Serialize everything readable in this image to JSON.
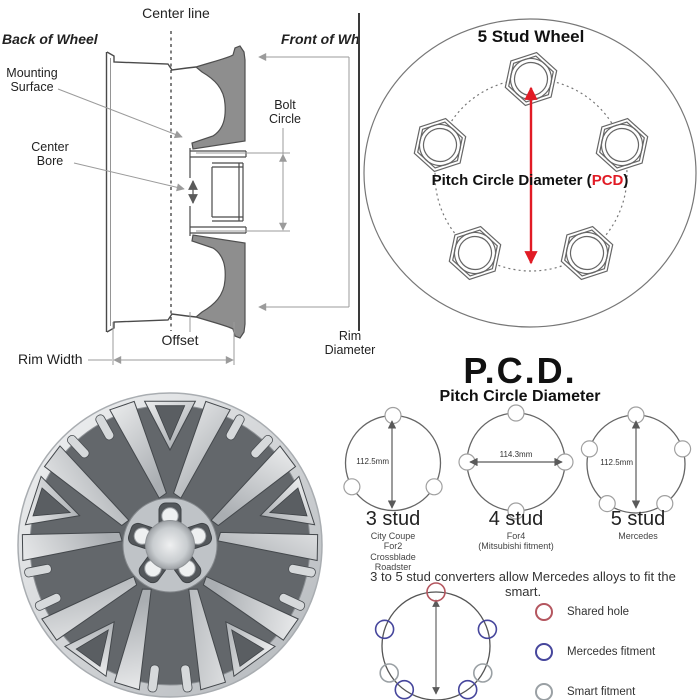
{
  "cross_section": {
    "center_line": "Center line",
    "back_of_wheel": "Back of Wheel",
    "front_of_wheel": "Front of Wh",
    "mounting_surface": "Mounting\nSurface",
    "bolt_circle": "Bolt\nCircle",
    "center_bore": "Center\nBore",
    "offset": "Offset",
    "rim_width": "Rim Width",
    "rim_diameter": "Rim\nDiameter"
  },
  "five_stud_diagram": {
    "title": "5 Stud Wheel",
    "pcd_prefix": "Pitch Circle Diameter (",
    "pcd_highlight": "PCD",
    "pcd_suffix": ")"
  },
  "pcd_section": {
    "title": "P.C.D.",
    "subtitle": "Pitch Circle Diameter",
    "diagrams": [
      {
        "label": "3 stud",
        "measurement": "112.5mm",
        "fitments": "City Coupe\nFor2\nCrossblade\nRoadster"
      },
      {
        "label": "4 stud",
        "measurement": "114.3mm",
        "fitments": "For4\n(Mitsubishi fitment)"
      },
      {
        "label": "5 stud",
        "measurement": "112.5mm",
        "fitments": "Mercedes"
      }
    ],
    "note": "3 to 5 stud converters allow Mercedes alloys to fit the smart.",
    "legend": [
      {
        "label": "Shared hole",
        "color": "#b4565f"
      },
      {
        "label": "Mercedes fitment",
        "color": "#46469c"
      },
      {
        "label": "Smart fitment",
        "color": "#9aa0a4"
      }
    ]
  },
  "colors": {
    "accent_red": "#e11b25",
    "diagram_line": "#555555",
    "measure_line": "#9b9b9b",
    "section_fill": "#8e8e8e"
  }
}
